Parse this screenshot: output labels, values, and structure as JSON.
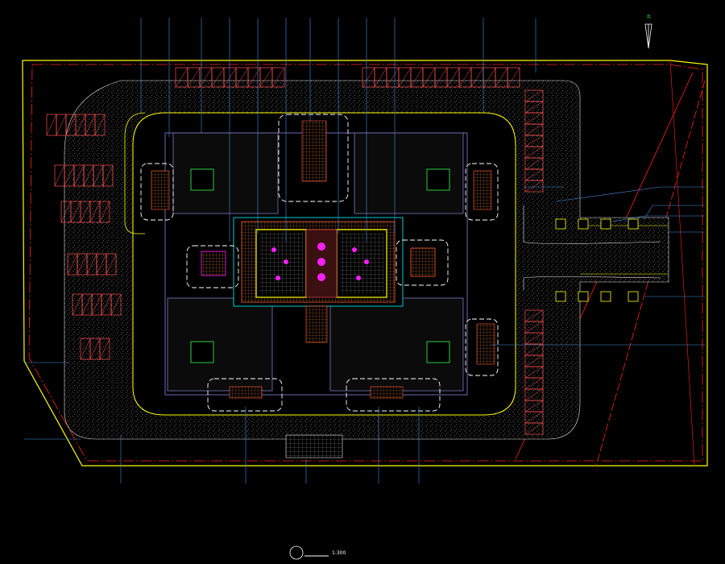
{
  "drawing": {
    "title": "",
    "scale": "1:300",
    "north_label": "北",
    "colors": {
      "background": "#000000",
      "boundary": "#ffff00",
      "red_line": "#ff2020",
      "wall": "#6a6ab0",
      "leader": "#4a90e0",
      "dashed_block": "#ffffff",
      "parking": "#ff5050",
      "accent_magenta": "#ff20ff",
      "accent_green": "#30ff50",
      "cyan": "#00ffff"
    }
  },
  "labels": {
    "top": [
      "",
      "",
      "",
      "",
      "",
      "",
      "",
      "",
      "",
      "",
      ""
    ],
    "right": [
      "",
      "",
      "",
      "",
      "",
      "",
      ""
    ],
    "bottom": [
      "",
      "",
      "",
      "",
      ""
    ],
    "left": [
      "",
      ""
    ],
    "parking_signs": [
      "",
      "",
      "",
      ""
    ]
  },
  "parking": {
    "top_left_count": 9,
    "top_right_count": 13,
    "left_rows": [
      6,
      6,
      5,
      5,
      5,
      3
    ],
    "right_top_count": 9,
    "right_bottom_count": 11
  }
}
